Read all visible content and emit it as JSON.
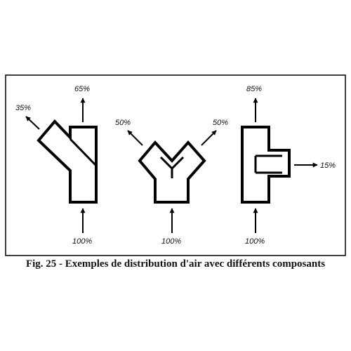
{
  "components": [
    {
      "name": "branch-y",
      "inlet": "100%",
      "outlets": [
        "35%",
        "65%"
      ]
    },
    {
      "name": "symmetric-y",
      "inlet": "100%",
      "outlets": [
        "50%",
        "50%"
      ]
    },
    {
      "name": "tee",
      "inlet": "100%",
      "outlets": [
        "85%",
        "15%"
      ]
    }
  ],
  "caption": "Fig. 25 - Exemples de distribution d'air avec différents composants",
  "colors": {
    "line": "#000000",
    "background": "#ffffff"
  }
}
